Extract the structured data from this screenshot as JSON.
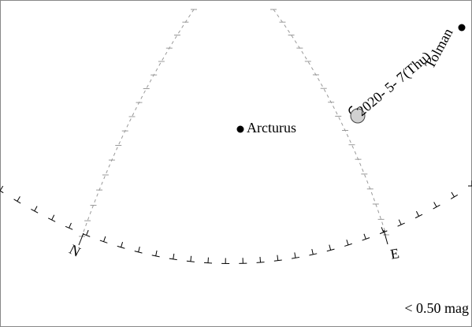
{
  "stars": [
    {
      "label": "Arcturus"
    },
    {
      "label": "Tolman"
    }
  ],
  "comet": {
    "date_label": "2020- 5- 7(Thu)"
  },
  "directions": {
    "north": "N",
    "east": "E"
  },
  "magnitude_limit": "< 0.50 mag",
  "colors": {
    "background": "#ffffff",
    "ink": "#000000",
    "grid": "#999999",
    "comet_fill": "#d0d0d0"
  }
}
